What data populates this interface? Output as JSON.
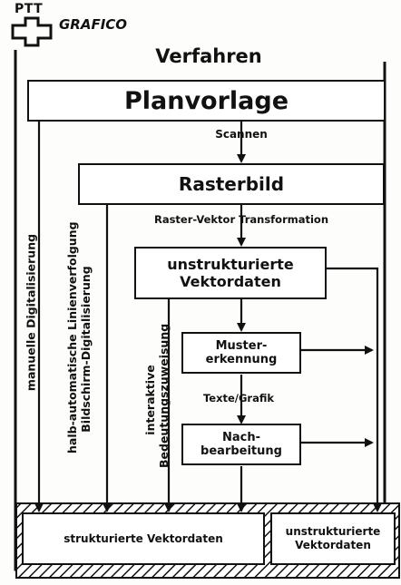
{
  "logo": {
    "ptt": "PTT",
    "grafico": "GRAFICO"
  },
  "title": "Verfahren",
  "boxes": {
    "planvorlage": "Planvorlage",
    "rasterbild": "Rasterbild",
    "unstruct_vektor": "unstrukturierte Vektordaten",
    "mustererkennung": "Muster- erkennung",
    "nachbearbeitung": "Nach- bearbeitung",
    "struct_out": "strukturierte Vektordaten",
    "unstruct_out": "unstrukturierte Vektordaten"
  },
  "edge_labels": {
    "scannen": "Scannen",
    "raster_vektor": "Raster-Vektor Transformation",
    "texte_grafik": "Texte/Grafik"
  },
  "side_labels": {
    "manuelle": "manuelle Digitalisierung",
    "halbautomatisch_1": "halb-automatische Linienverfolgung",
    "halbautomatisch_2": "Bildschirm-Digitalisierung",
    "interaktiv_1": "interaktive",
    "interaktiv_2": "Bedeutungszuweisung"
  },
  "colors": {
    "ink": "#111111",
    "paper": "#fdfdfb"
  }
}
